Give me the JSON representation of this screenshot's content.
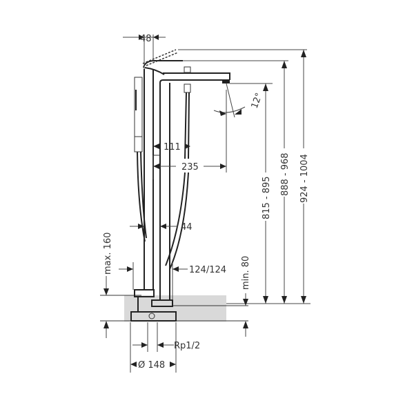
{
  "drawing": {
    "subject": "floor-standing bath mixer with hand shower",
    "colors": {
      "line": "#222222",
      "floor_fill": "#d9d9d9",
      "background": "#ffffff"
    },
    "dimensions": {
      "top_width": "48",
      "angle": "12°",
      "spout_inner": "111",
      "spout_reach": "235",
      "column_width": "44",
      "base_offset": "124/124",
      "max_height_base": "max. 160",
      "min_depth": "min. 80",
      "height_spout": "815 - 895",
      "height_lever": "888 - 968",
      "height_top": "924 - 1004",
      "connection": "Rp1/2",
      "base_diameter": "Ø 148"
    }
  }
}
